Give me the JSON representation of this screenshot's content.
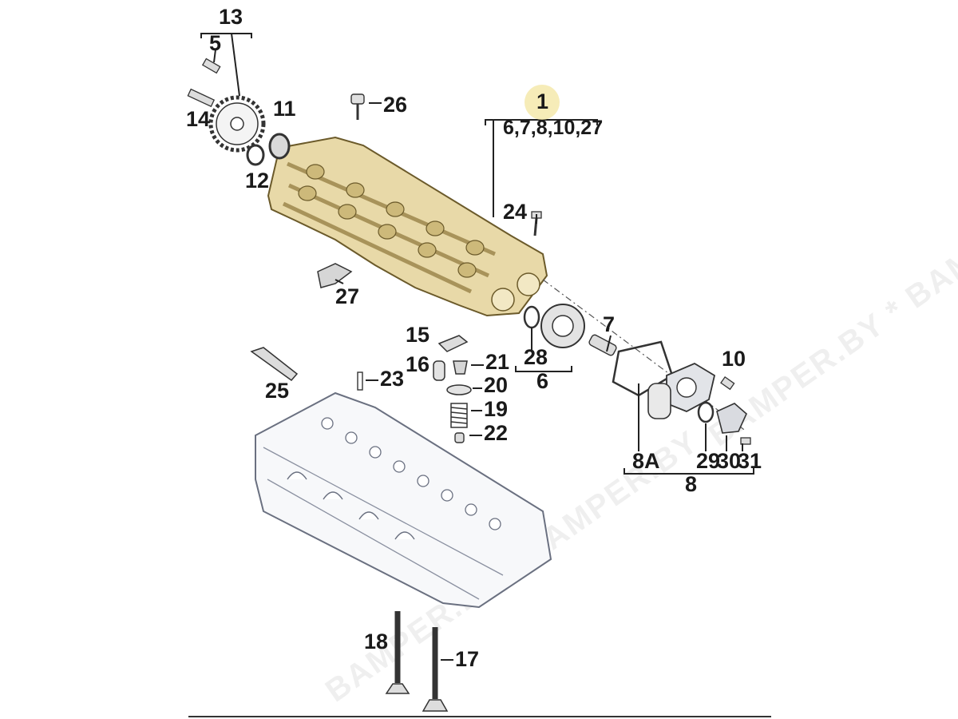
{
  "watermark": {
    "text_right": "BAMPER.BY * BAMPER.BY",
    "text_bottom": "BAMPER.BY * BAMPER.BY"
  },
  "callouts": {
    "p13": "13",
    "p5": "5",
    "p14": "14",
    "p11": "11",
    "p12": "12",
    "p26": "26",
    "p1": "1",
    "p1_sub": "6,7,8,10,27",
    "p24": "24",
    "p27": "27",
    "p15": "15",
    "p16": "16",
    "p21": "21",
    "p20": "20",
    "p19": "19",
    "p22": "22",
    "p23": "23",
    "p25": "25",
    "p28": "28",
    "p6": "6",
    "p7": "7",
    "p10": "10",
    "p8A": "8A",
    "p29": "29",
    "p30": "30",
    "p31": "31",
    "p8": "8",
    "p18": "18",
    "p17": "17"
  },
  "colors": {
    "carrier_fill": "#e8d9a8",
    "carrier_stroke": "#6b5a2a",
    "highlight_circle": "#f3e6a0",
    "head_fill": "#f7f8fa",
    "part_fill": "#e4e6ea"
  }
}
